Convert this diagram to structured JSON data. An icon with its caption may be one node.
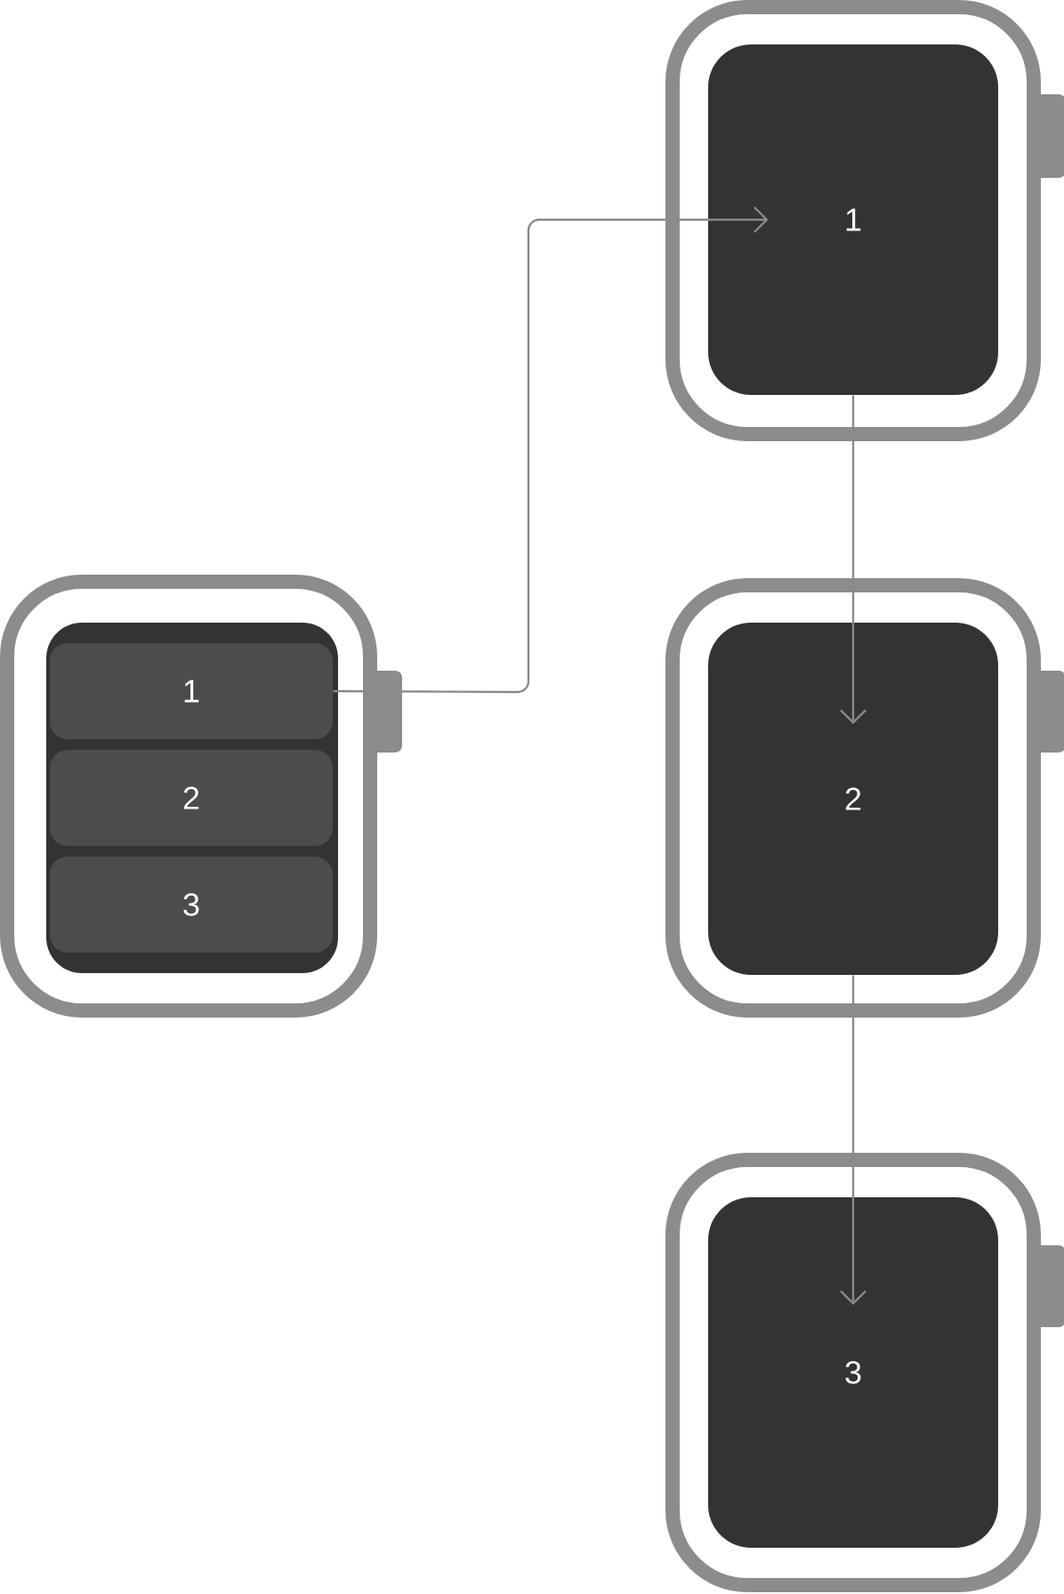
{
  "diagram": {
    "nodes": [
      {
        "text": [],
        "shape": "box"
      },
      {
        "text": [
          "1"
        ],
        "in": 0
      },
      {
        "text": [
          "2"
        ],
        "in": 0
      },
      {
        "text": [
          "3"
        ],
        "in": 0
      },
      {
        "text": [
          "1"
        ]
      },
      {
        "text": [
          "2"
        ]
      },
      {
        "text": [
          "3"
        ]
      }
    ],
    "edges": [
      {
        "from": 1,
        "to": 4,
        "arrow": "to"
      },
      {
        "from": 4,
        "to": 5,
        "arrow": "to"
      },
      {
        "from": 5,
        "to": 6,
        "arrow": "to"
      }
    ]
  }
}
